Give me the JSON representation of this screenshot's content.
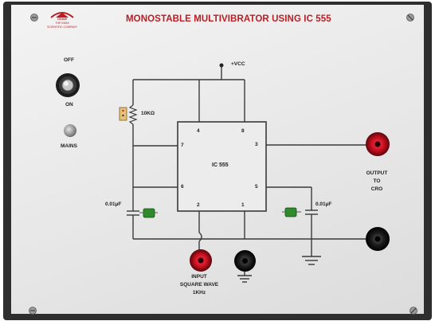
{
  "title": "MONOSTABLE MULTIVIBRATOR USING IC 555",
  "logo": {
    "line1": "OSAW",
    "line2": "THE INDIA",
    "line3": "SCIENTIFIC COMPANY"
  },
  "switch": {
    "off_label": "OFF",
    "on_label": "ON",
    "mains_label": "MAINS"
  },
  "supply_label": "+VCC",
  "resistor_label": "10KΩ",
  "ic": {
    "label": "IC 555",
    "pins": {
      "p1": "1",
      "p2": "2",
      "p3": "3",
      "p4": "4",
      "p5": "5",
      "p6": "6",
      "p7": "7",
      "p8": "8"
    }
  },
  "cap_left_label": "0.01µF",
  "cap_right_label": "0.01µF",
  "output": {
    "line1": "OUTPUT",
    "line2": "TO",
    "line3": "CRO"
  },
  "input": {
    "line1": "INPUT",
    "line2": "SQUARE WAVE",
    "line3": "1KHz"
  },
  "colors": {
    "title_red": "#b81e24",
    "socket_red": "#c8101e",
    "socket_black": "#141414",
    "capacitor_green": "#2f8a2c"
  }
}
